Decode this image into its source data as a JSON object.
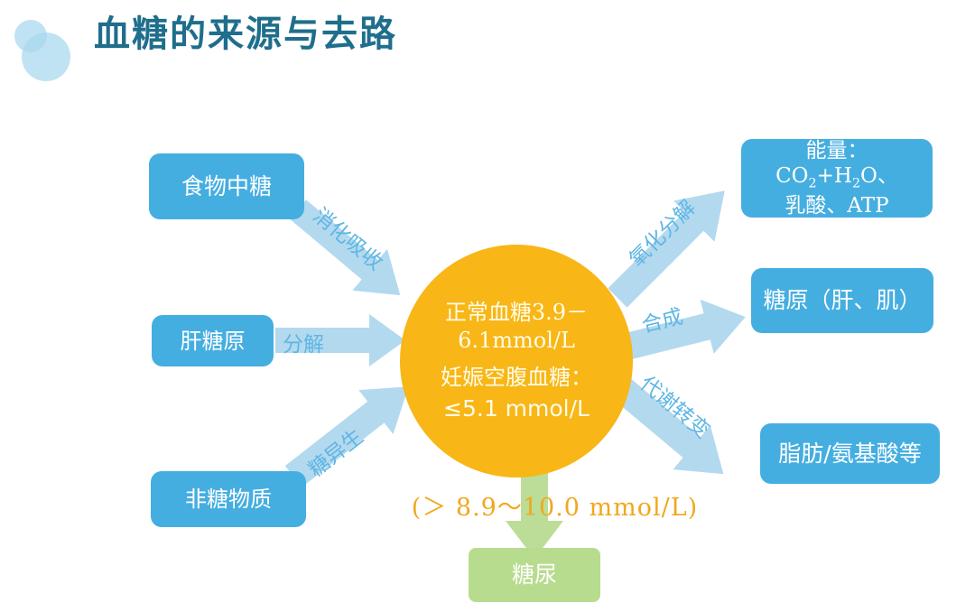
{
  "header": {
    "title": "血糖的来源与去路",
    "title_color": "#1f6e8c",
    "logo": "overlapping-circles-logo"
  },
  "palette": {
    "box_blue": "#45aee0",
    "circle_amber": "#f8b617",
    "arrow_blue": "#b3d9ef",
    "arrow_label_blue": "#5fb6e4",
    "green_box": "#b7dc8e",
    "green_arrow": "#bcdd97",
    "threshold_orange": "#f0a81e",
    "background": "#ffffff"
  },
  "center": {
    "name": "blood-glucose-circle",
    "line_a": "正常血糖3.9－",
    "line_b": "6.1mmol/L",
    "line_c1": "妊娠空腹血糖：",
    "line_c2": "≤5.1 mmol/L"
  },
  "sources": [
    {
      "id": "food",
      "label": "食物中糖",
      "arrow_label": "消化吸收"
    },
    {
      "id": "liver-glycogen",
      "label": "肝糖原",
      "arrow_label": "分解"
    },
    {
      "id": "non-sugar",
      "label": "非糖物质",
      "arrow_label": "糖异生"
    }
  ],
  "outputs": [
    {
      "id": "energy",
      "label_line1_a": "能量：CO",
      "label_line1_sub1": "2",
      "label_line1_b": "+H",
      "label_line1_sub2": "2",
      "label_line1_c": "O、",
      "label_line2": "乳酸、ATP",
      "arrow_label": "氧化分解"
    },
    {
      "id": "glycogen",
      "label": "糖原（肝、肌）",
      "arrow_label": "合成"
    },
    {
      "id": "fat",
      "label": "脂肪/氨基酸等",
      "arrow_label": "代谢转变"
    }
  ],
  "overflow": {
    "threshold": "(＞ 8.9～10.0  mmol/L)",
    "label": "糖尿"
  }
}
